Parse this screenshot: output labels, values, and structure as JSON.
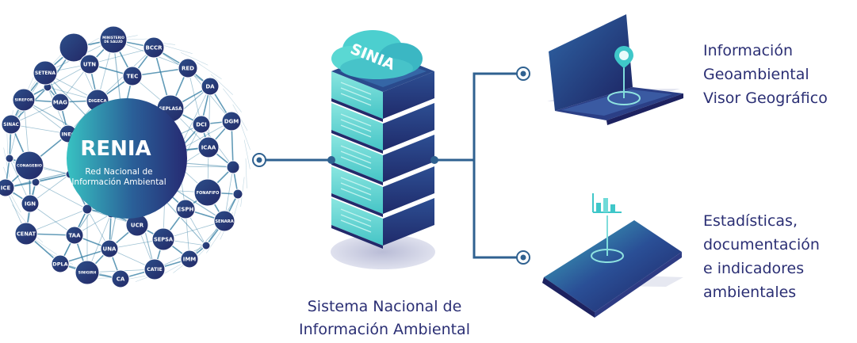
{
  "renia": {
    "title": "RENIA",
    "subtitle_line1": "Red Nacional de",
    "subtitle_line2": "Información Ambiental",
    "nodes": [
      "MINISTERIO DE SALUD",
      "BCCR",
      "UTN",
      "SETENA",
      "RED",
      "TEC",
      "DA",
      "DIGECA",
      "SEPLASA",
      "SIREFOR",
      "MAG",
      "DGM",
      "DCI",
      "SINAC",
      "INEC",
      "ICAA",
      "CONAGEBIO",
      "FONAFIFO",
      "ICE",
      "ESPH",
      "IGN",
      "SENARA",
      "CENAT",
      "UCR",
      "TAA",
      "SEPSA",
      "DPLA",
      "UNA",
      "IMM",
      "SINIGIRH",
      "CATIE",
      "CA"
    ]
  },
  "server": {
    "badge": "SINIA",
    "caption_line1": "Sistema Nacional de",
    "caption_line2": "Información Ambiental"
  },
  "outputs": {
    "geo": [
      "Información",
      "Geoambiental",
      "Visor Geográfico"
    ],
    "stats": [
      "Estadísticas,",
      "documentación",
      "e indicadores",
      "ambientales"
    ]
  },
  "colors": {
    "text": "#2b2f74",
    "line": "#2f6190",
    "network": "#2d7aa0",
    "hub_dark": "#262a72",
    "hub_teal": "#2fb0b9",
    "server_teal": "#5fd3cf"
  }
}
